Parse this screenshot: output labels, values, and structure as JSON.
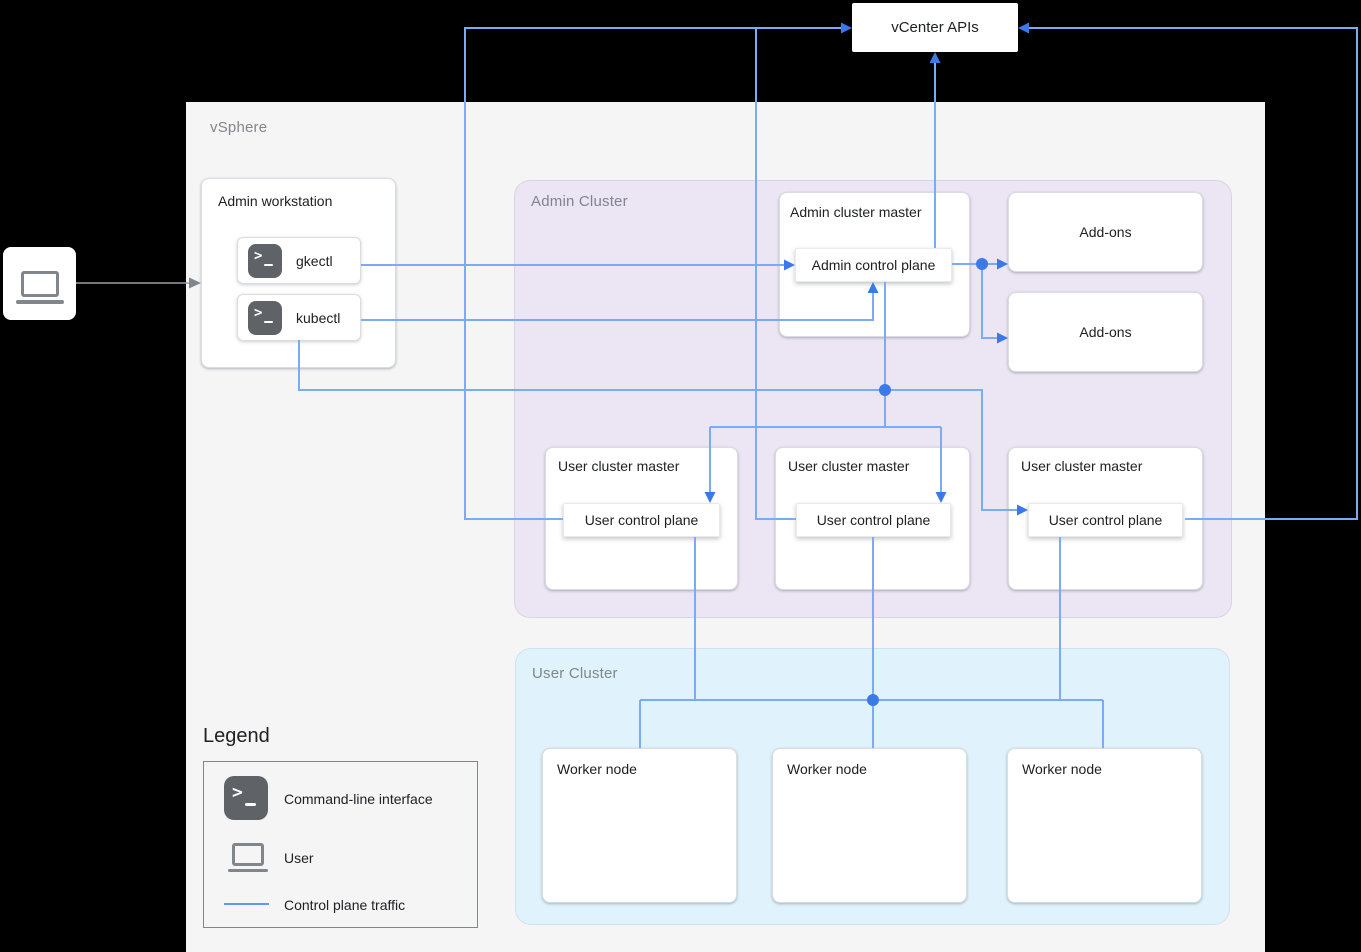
{
  "colors": {
    "canvas": "#000000",
    "vsphere_fill": "#f5f5f6",
    "admin_cluster_fill": "#ebe5f4",
    "user_cluster_fill": "#e0f3fc",
    "line_blue": "#7baaf7",
    "accent_blue": "#3b78e8",
    "icon_gray": "#5f6368",
    "arrow_gray": "#9aa0a6",
    "label_gray": "#80868b"
  },
  "external": {
    "vcenter_label": "vCenter APIs",
    "user_icon": "laptop-icon"
  },
  "vsphere": {
    "label": "vSphere",
    "admin_workstation": {
      "title": "Admin workstation",
      "tools": [
        {
          "icon": "terminal-icon",
          "label": "gkectl"
        },
        {
          "icon": "terminal-icon",
          "label": "kubectl"
        }
      ]
    },
    "admin_cluster": {
      "label": "Admin Cluster",
      "admin_cluster_master": {
        "title": "Admin cluster master",
        "control_plane": "Admin control plane"
      },
      "addons": [
        {
          "label": "Add-ons"
        },
        {
          "label": "Add-ons"
        }
      ],
      "user_cluster_masters": [
        {
          "title": "User cluster master",
          "control_plane": "User control plane"
        },
        {
          "title": "User cluster master",
          "control_plane": "User control plane"
        },
        {
          "title": "User cluster master",
          "control_plane": "User control plane"
        }
      ]
    },
    "user_cluster": {
      "label": "User Cluster",
      "worker_nodes": [
        {
          "title": "Worker node"
        },
        {
          "title": "Worker node"
        },
        {
          "title": "Worker node"
        }
      ]
    }
  },
  "legend": {
    "title": "Legend",
    "items": [
      {
        "icon": "terminal-icon",
        "label": "Command-line interface"
      },
      {
        "icon": "laptop-icon",
        "label": "User"
      },
      {
        "icon": "control-plane-line",
        "label": "Control plane traffic"
      }
    ]
  }
}
